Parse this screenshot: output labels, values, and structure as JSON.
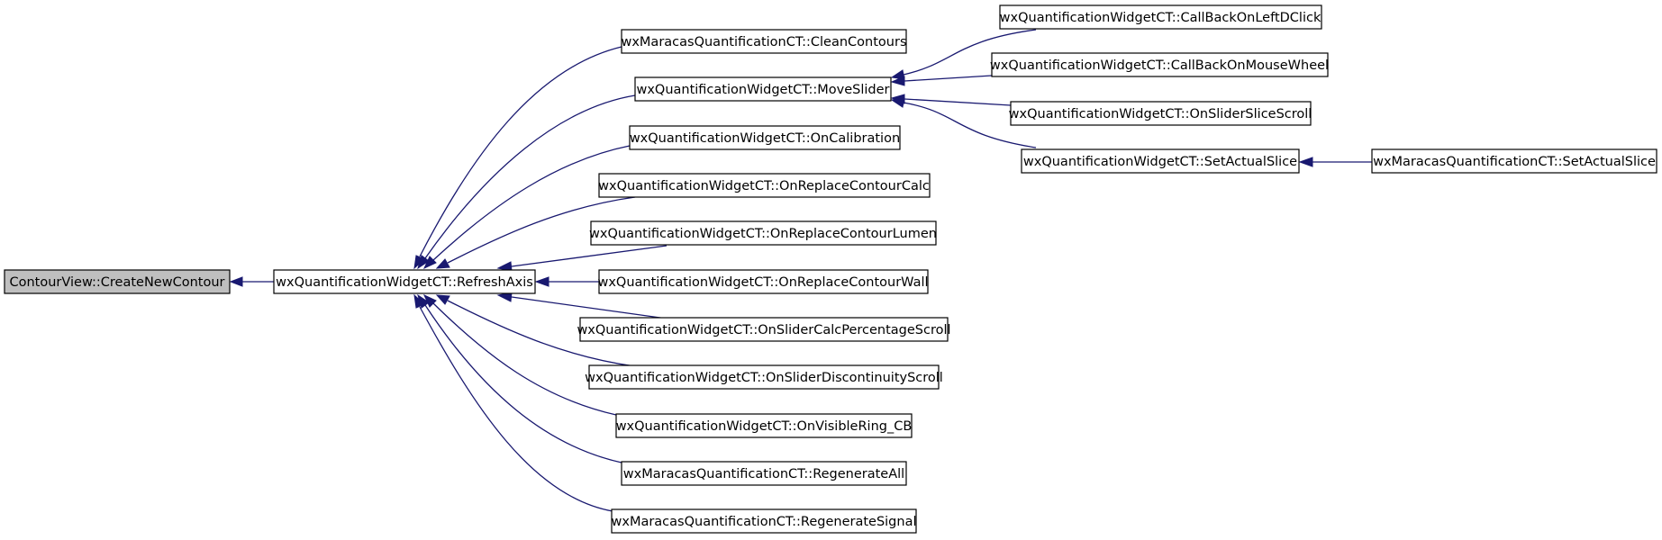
{
  "colors": {
    "edge": "#191970",
    "root_fill": "#bfbfbf",
    "node_fill": "#ffffff",
    "border": "#000000"
  },
  "nodes": {
    "root": "ContourView::CreateNewContour",
    "refreshAxis": "wxQuantificationWidgetCT::RefreshAxis",
    "cleanContours": "wxMaracasQuantificationCT::CleanContours",
    "moveSlider": "wxQuantificationWidgetCT::MoveSlider",
    "onCalibration": "wxQuantificationWidgetCT::OnCalibration",
    "onReplaceContourCalc": "wxQuantificationWidgetCT::OnReplaceContourCalc",
    "onReplaceContourLumen": "wxQuantificationWidgetCT::OnReplaceContourLumen",
    "onReplaceContourWall": "wxQuantificationWidgetCT::OnReplaceContourWall",
    "onSliderCalcPercentageScroll": "wxQuantificationWidgetCT::OnSliderCalcPercentageScroll",
    "onSliderDiscontinuityScroll": "wxQuantificationWidgetCT::OnSliderDiscontinuityScroll",
    "onVisibleRingCB": "wxQuantificationWidgetCT::OnVisibleRing_CB",
    "regenerateAll": "wxMaracasQuantificationCT::RegenerateAll",
    "regenerateSignal": "wxMaracasQuantificationCT::RegenerateSignal",
    "callBackOnLeftDClick": "wxQuantificationWidgetCT::CallBackOnLeftDClick",
    "callBackOnMouseWheel": "wxQuantificationWidgetCT::CallBackOnMouseWheel",
    "onSliderSliceScroll": "wxQuantificationWidgetCT::OnSliderSliceScroll",
    "setActualSlice": "wxQuantificationWidgetCT::SetActualSlice",
    "maracasSetActualSlice": "wxMaracasQuantificationCT::SetActualSlice"
  },
  "edges": [
    [
      "refreshAxis",
      "root"
    ],
    [
      "cleanContours",
      "refreshAxis"
    ],
    [
      "moveSlider",
      "refreshAxis"
    ],
    [
      "onCalibration",
      "refreshAxis"
    ],
    [
      "onReplaceContourCalc",
      "refreshAxis"
    ],
    [
      "onReplaceContourLumen",
      "refreshAxis"
    ],
    [
      "onReplaceContourWall",
      "refreshAxis"
    ],
    [
      "onSliderCalcPercentageScroll",
      "refreshAxis"
    ],
    [
      "onSliderDiscontinuityScroll",
      "refreshAxis"
    ],
    [
      "onVisibleRingCB",
      "refreshAxis"
    ],
    [
      "regenerateAll",
      "refreshAxis"
    ],
    [
      "regenerateSignal",
      "refreshAxis"
    ],
    [
      "callBackOnLeftDClick",
      "moveSlider"
    ],
    [
      "callBackOnMouseWheel",
      "moveSlider"
    ],
    [
      "onSliderSliceScroll",
      "moveSlider"
    ],
    [
      "setActualSlice",
      "moveSlider"
    ],
    [
      "maracasSetActualSlice",
      "setActualSlice"
    ]
  ]
}
